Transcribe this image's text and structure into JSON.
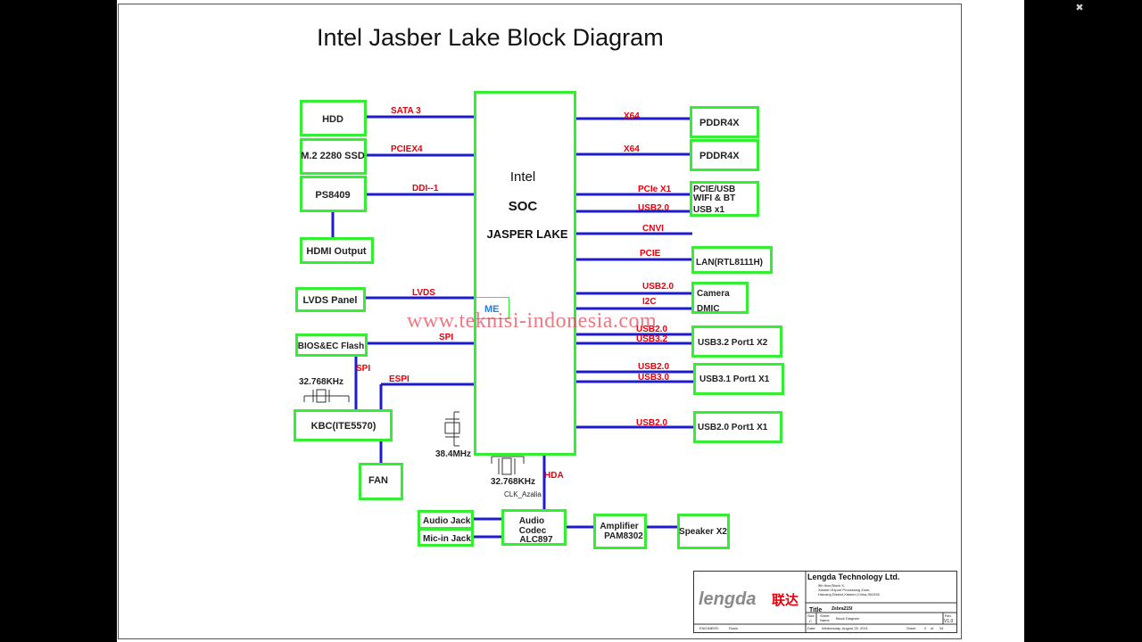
{
  "title": "Intel Jasber Lake  Block Diagram",
  "colors": {
    "block": "#33ee33",
    "bus": "#1c1ccc",
    "signal": "#e8000b",
    "watermark": "#e84b5a"
  },
  "soc": {
    "line1": "Intel",
    "line2": "SOC",
    "line3": "JASPER LAKE",
    "me": "ME"
  },
  "blocks": {
    "hdd": "HDD",
    "ssd": "M.2 2280 SSD",
    "ps8409": "PS8409",
    "hdmi": "HDMI Output",
    "lvds_panel": "LVDS Panel",
    "bios": "BIOS&EC Flash",
    "kbc": "KBC(ITE5570)",
    "fan": "FAN",
    "pddr1": "PDDR4X",
    "pddr2": "PDDR4X",
    "wifi_l1": "PCIE/USB",
    "wifi_l2": "WIFI & BT",
    "wifi_l3": "USB x1",
    "lan": "LAN(RTL8111H)",
    "camera": "Camera",
    "dmic": "DMIC",
    "usb32": "USB3.2 Port1 X2",
    "usb31": "USB3.1 Port1 X1",
    "usb20": "USB2.0 Port1 X1",
    "audio_jack": "Audio Jack",
    "mic_jack": "Mic-in Jack",
    "codec_l1": "Audio",
    "codec_l2": "Codec",
    "codec_l3": "ALC897",
    "amp_l1": "Amplifier",
    "amp_l2": "PAM8302",
    "speaker": "Speaker X2"
  },
  "signals": {
    "sata3": "SATA 3",
    "pciex4": "PCIEX4",
    "ddi": "DDI--1",
    "lvds": "LVDS",
    "spi": "SPI",
    "spi2": "SPI",
    "espi": "ESPI",
    "x64a": "X64",
    "x64b": "X64",
    "pcie_x1": "PCIe X1",
    "usb20_wifi": "USB2.0",
    "cnvi": "CNVI",
    "pcie_lan": "PCIE",
    "usb20_cam": "USB2.0",
    "i2c": "I2C",
    "usb20_p32": "USB2.0",
    "usb32_p32": "USB3.2",
    "usb20_p31": "USB2.0",
    "usb30_p31": "USB3.0",
    "usb20_p20": "USB2.0",
    "hda": "HDA"
  },
  "clocks": {
    "kbc": "32.768KHz",
    "soc_main": "38.4MHz",
    "soc_rtc": "32.768KHz",
    "clk_azalia": "CLK_Azalia"
  },
  "watermark": "www.teknisi-indonesia.com",
  "title_block": {
    "company": "Lengda Technology Ltd.",
    "logo": "lengda",
    "logo_cn": "联达",
    "address_l1": "5th floor,Block X,",
    "address_l2": "Xiamen Export Processing Zone,",
    "address_l3": "Haicang District,Xiamen,China,361026",
    "title_label": "Title",
    "title_value": "Zebra215I",
    "size_label": "Size",
    "size_value": "C",
    "sheet_label": "Sheet",
    "sheet_name_label": "Name",
    "sheet_name_value": "Block Diagram",
    "rev_label": "Rev",
    "rev_value": "V1.0",
    "date_label": "Date:",
    "date_value": "Wednesday, August 25, 2021",
    "sheet_of_label": "Sheet",
    "sheet_num": "2",
    "of_label": "of",
    "sheet_total": "34",
    "engineer_label": "ENGINEER:",
    "engineer_value": "Rosin"
  }
}
